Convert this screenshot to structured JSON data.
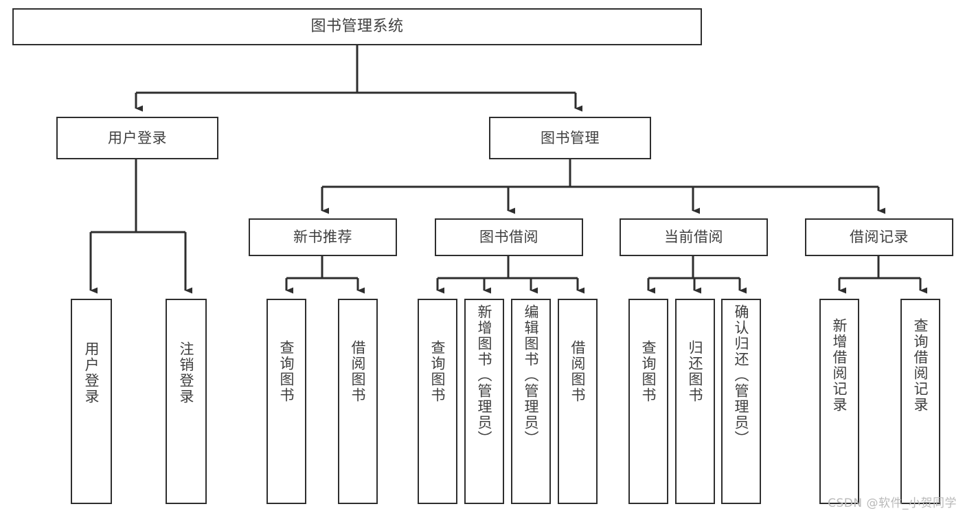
{
  "diagram": {
    "title": "图书管理系统",
    "type": "tree-hierarchy-diagram",
    "watermark": "CSDN @软件_小贺同学",
    "colors": {
      "box_border": "#2e2e2e",
      "box_fill": "#ffffff",
      "connector": "#2e2e2e",
      "text": "#3f3f3f",
      "watermark": "#b9b9b9",
      "background": "#ffffff"
    },
    "nodes": {
      "root": {
        "label": "图书管理系统"
      },
      "level2": [
        {
          "id": "user-login",
          "label": "用户登录"
        },
        {
          "id": "book-management",
          "label": "图书管理"
        }
      ],
      "level3": [
        {
          "id": "new-book-recommend",
          "label": "新书推荐"
        },
        {
          "id": "book-borrow",
          "label": "图书借阅"
        },
        {
          "id": "current-borrow",
          "label": "当前借阅"
        },
        {
          "id": "borrow-record",
          "label": "借阅记录"
        }
      ],
      "leaves": {
        "user_login": [
          {
            "id": "leaf-user-login",
            "label": "用户登录"
          },
          {
            "id": "leaf-logout-login",
            "label": "注销登录"
          }
        ],
        "new_book_recommend": [
          {
            "id": "leaf-query-book-1",
            "label": "查询图书"
          },
          {
            "id": "leaf-borrow-book-1",
            "label": "借阅图书"
          }
        ],
        "book_borrow": [
          {
            "id": "leaf-query-book-2",
            "label": "查询图书"
          },
          {
            "id": "leaf-add-book",
            "label": "新增图书（管理员）"
          },
          {
            "id": "leaf-edit-book",
            "label": "编辑图书（管理员）"
          },
          {
            "id": "leaf-borrow-book-2",
            "label": "借阅图书"
          }
        ],
        "current_borrow": [
          {
            "id": "leaf-query-book-3",
            "label": "查询图书"
          },
          {
            "id": "leaf-return-book",
            "label": "归还图书"
          },
          {
            "id": "leaf-confirm-return",
            "label": "确认归还（管理员）"
          }
        ],
        "borrow_record": [
          {
            "id": "leaf-add-record",
            "label": "新增借阅记录"
          },
          {
            "id": "leaf-query-record",
            "label": "查询借阅记录"
          }
        ]
      }
    }
  }
}
